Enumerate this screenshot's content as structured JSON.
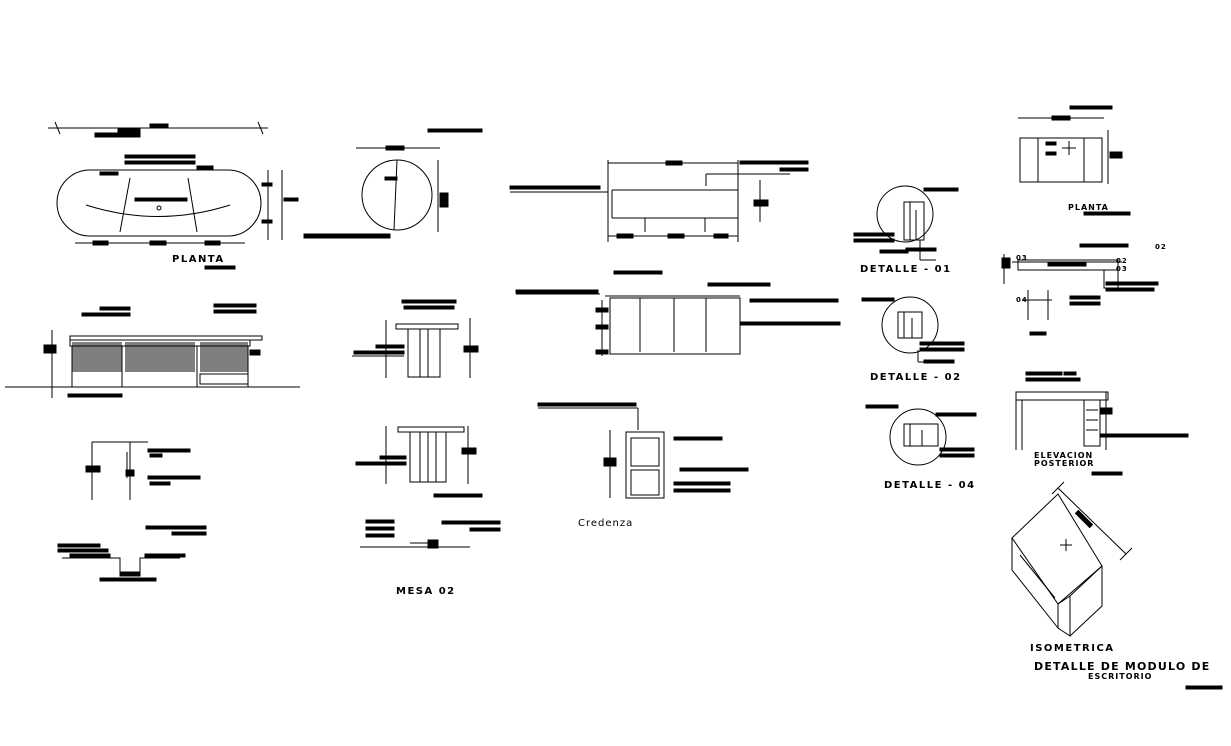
{
  "drawing": {
    "titles": {
      "planta_1": "PLANTA",
      "mesa_02": "MESA 02",
      "credenza": "Credenza",
      "detalle_01": "DETALLE - 01",
      "detalle_02": "DETALLE - 02",
      "detalle_04": "DETALLE - 04",
      "planta_2": "PLANTA",
      "elevacion_1": "ELEVACION",
      "elevacion_2": "POSTERIOR",
      "isometrica": "ISOMETRICA",
      "main_title_1": "DETALLE DE MODULO DE",
      "main_title_2": "ESCRITORIO"
    },
    "small_labels": {
      "l02a": "02",
      "l02b": "02",
      "l03": "03",
      "l04": "04",
      "l03b": "03"
    }
  }
}
